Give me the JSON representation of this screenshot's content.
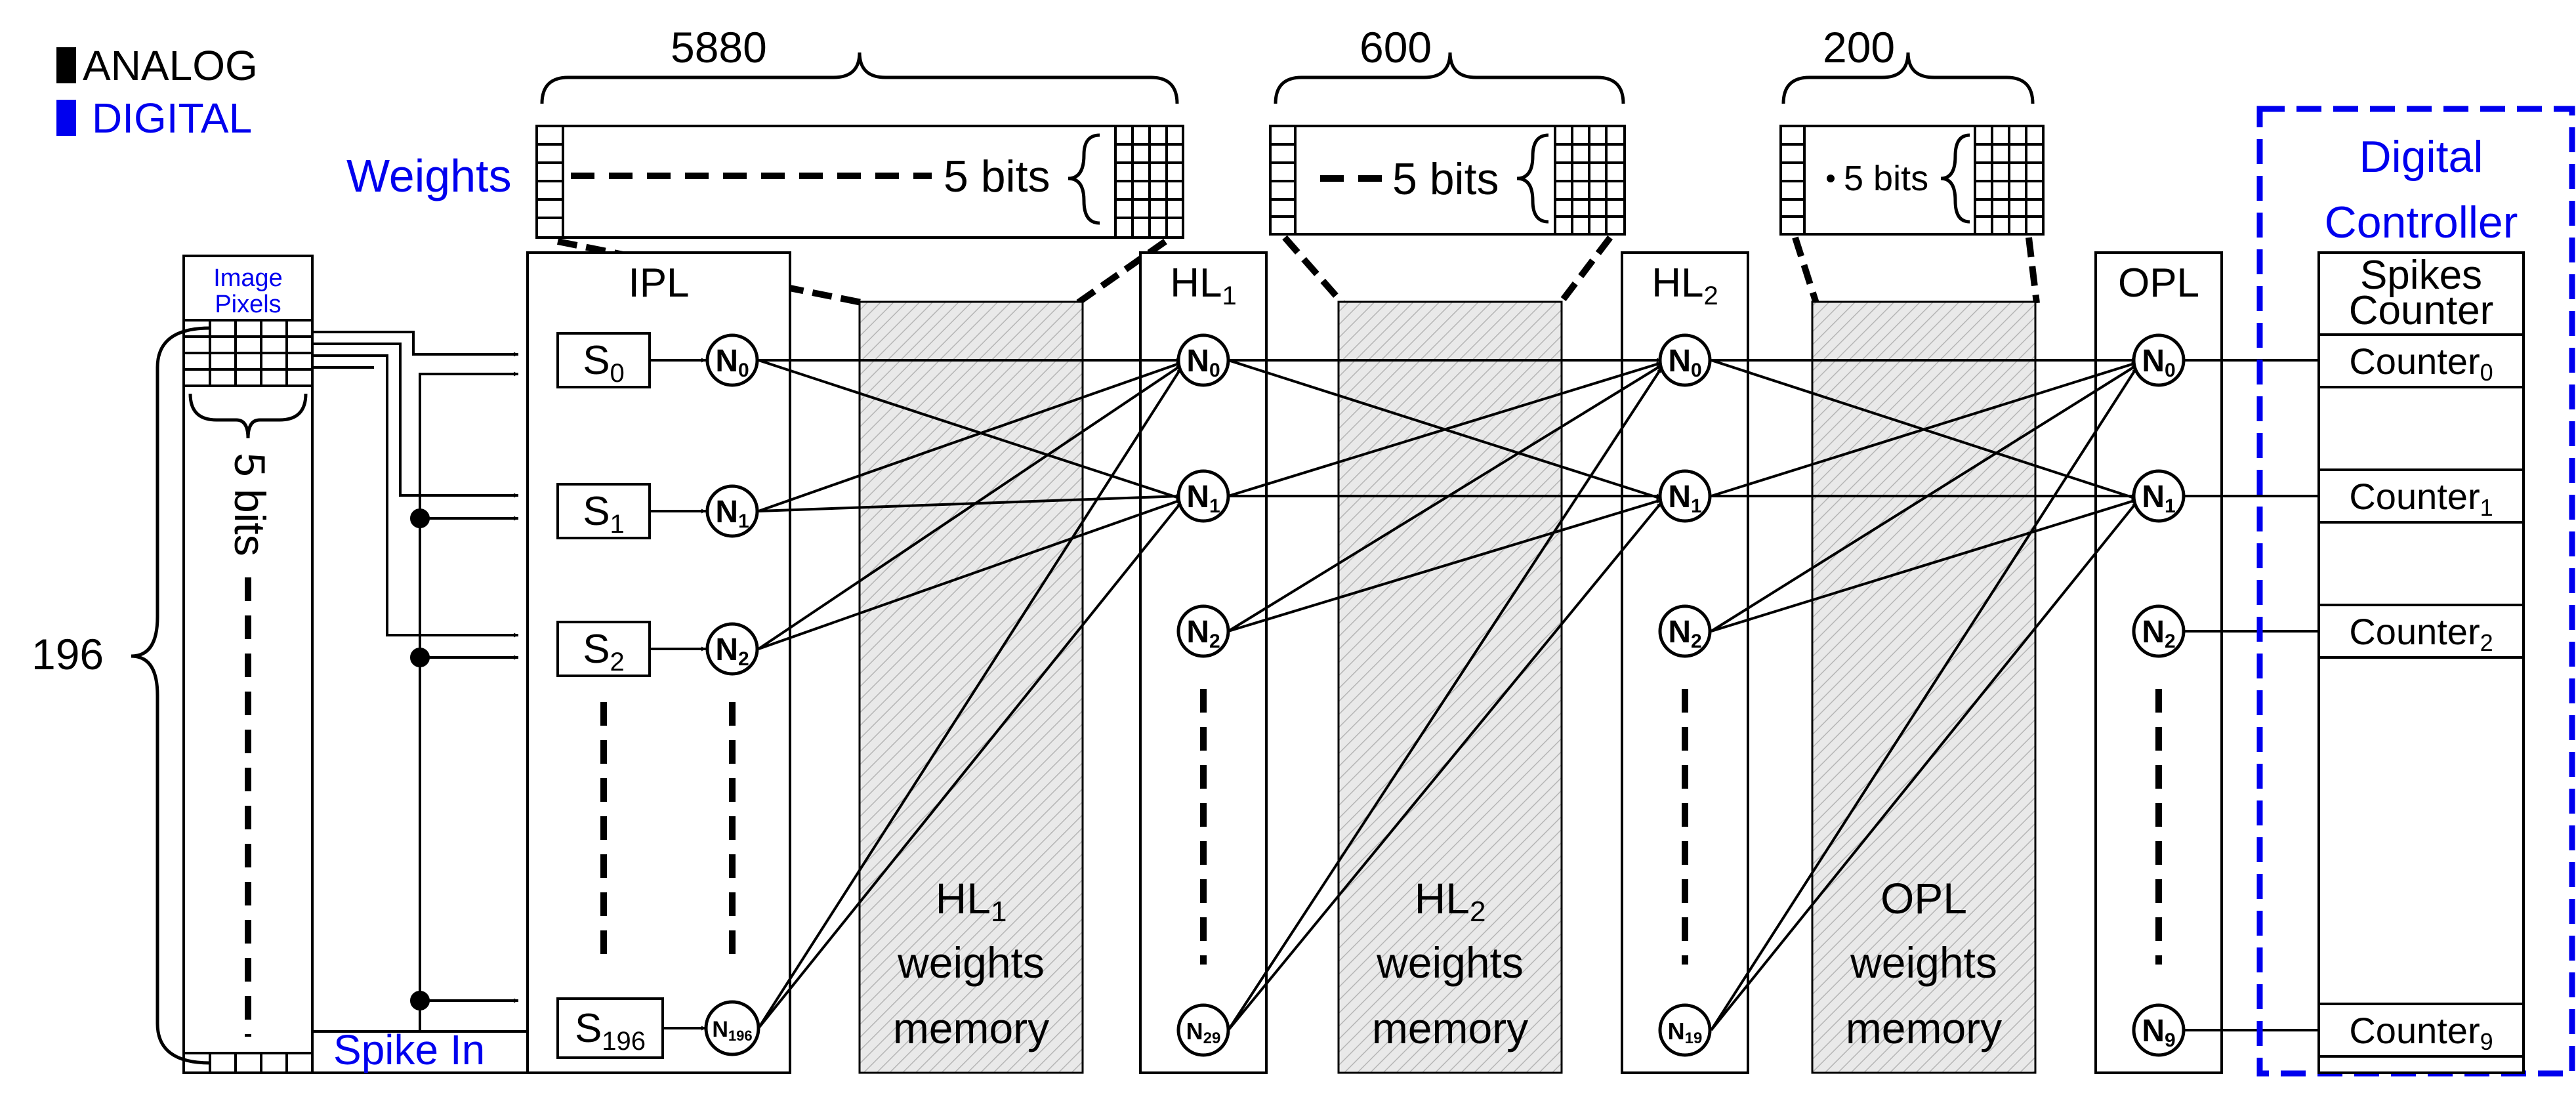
{
  "legend": {
    "analog": "ANALOG",
    "digital": "DIGITAL",
    "analog_color": "#000000",
    "digital_color": "#0000ee"
  },
  "input": {
    "image_pixels_line1": "Image",
    "image_pixels_line2": "Pixels",
    "bits": "5 bits",
    "count": "196",
    "spike_in": "Spike In"
  },
  "weights": {
    "label": "Weights",
    "groups": [
      {
        "count": "5880",
        "bits": "5 bits"
      },
      {
        "count": "600",
        "bits": "5 bits"
      },
      {
        "count": "200",
        "bits": "5 bits"
      }
    ]
  },
  "layers": {
    "ipl": {
      "title": "IPL",
      "sources": [
        {
          "base": "S",
          "sub": "0"
        },
        {
          "base": "S",
          "sub": "1"
        },
        {
          "base": "S",
          "sub": "2"
        },
        {
          "base": "S",
          "sub": "196"
        }
      ],
      "neurons": [
        {
          "base": "N",
          "sub": "0"
        },
        {
          "base": "N",
          "sub": "1"
        },
        {
          "base": "N",
          "sub": "2"
        },
        {
          "base": "N",
          "sub": "196"
        }
      ]
    },
    "hl1": {
      "title_base": "HL",
      "title_sub": "1",
      "neurons": [
        {
          "base": "N",
          "sub": "0"
        },
        {
          "base": "N",
          "sub": "1"
        },
        {
          "base": "N",
          "sub": "2"
        },
        {
          "base": "N",
          "sub": "29"
        }
      ]
    },
    "hl2": {
      "title_base": "HL",
      "title_sub": "2",
      "neurons": [
        {
          "base": "N",
          "sub": "0"
        },
        {
          "base": "N",
          "sub": "1"
        },
        {
          "base": "N",
          "sub": "2"
        },
        {
          "base": "N",
          "sub": "19"
        }
      ]
    },
    "opl": {
      "title": "OPL",
      "neurons": [
        {
          "base": "N",
          "sub": "0"
        },
        {
          "base": "N",
          "sub": "1"
        },
        {
          "base": "N",
          "sub": "2"
        },
        {
          "base": "N",
          "sub": "9"
        }
      ]
    }
  },
  "memories": [
    {
      "line1_base": "HL",
      "line1_sub": "1",
      "line2": "weights",
      "line3": "memory"
    },
    {
      "line1_base": "HL",
      "line1_sub": "2",
      "line2": "weights",
      "line3": "memory"
    },
    {
      "line1_base": "OPL",
      "line1_sub": "",
      "line2": "weights",
      "line3": "memory"
    }
  ],
  "controller": {
    "title_line1": "Digital",
    "title_line2": "Controller",
    "header_line1": "Spikes",
    "header_line2": "Counter",
    "counters": [
      {
        "base": "Counter",
        "sub": "0"
      },
      {
        "base": "Counter",
        "sub": "1"
      },
      {
        "base": "Counter",
        "sub": "2"
      },
      {
        "base": "Counter",
        "sub": "9"
      }
    ]
  }
}
